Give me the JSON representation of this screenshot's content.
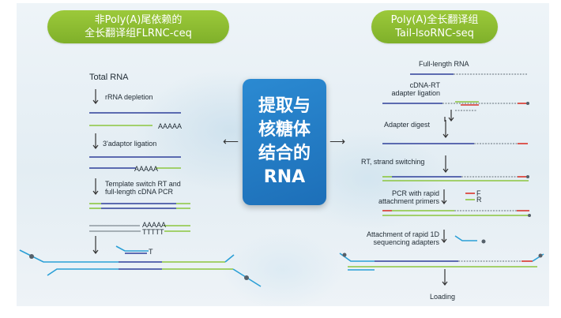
{
  "left_header": {
    "line1": "非Poly(A)尾依赖的",
    "line2": "全长翻译组FLRNC-ceq"
  },
  "right_header": {
    "line1": "Poly(A)全长翻译组",
    "line2": "Tail-IsoRNC-seq"
  },
  "center": {
    "line1": "提取与",
    "line2": "核糖体",
    "line3": "结合的",
    "line4": "RNA"
  },
  "left_steps": {
    "total_rna": "Total RNA",
    "rrna_depletion": "rRNA depletion",
    "aaaaa_1": "AAAAA",
    "adaptor_ligation": "3'adaptor ligation",
    "aaaaa_2": "AAAAA",
    "template_switch_1": "Template switch RT and",
    "template_switch_2": "full-length cDNA PCR",
    "aaaaa_3": "AAAAA",
    "ttttt": "TTTTT",
    "t_label": "T"
  },
  "right_steps": {
    "full_length_rna": "Full-length RNA",
    "cdna_rt_1": "cDNA-RT",
    "cdna_rt_2": "adapter ligation",
    "adapter_digest": "Adapter digest",
    "rt_strand": "RT, strand switching",
    "pcr_1": "PCR with rapid",
    "pcr_2": "attachment primers",
    "f_label": "F",
    "r_label": "R",
    "attach_1": "Attachment of rapid 1D",
    "attach_2": "sequencing adapters",
    "loading": "Loading"
  },
  "colors": {
    "badge_green": "#8cbc32",
    "center_blue": "#2380c8",
    "rna_blue": "#2e3f9a",
    "green": "#8cc63f",
    "red": "#d9342b",
    "cyan": "#2a9fd6",
    "grey": "#8f9aa2"
  }
}
